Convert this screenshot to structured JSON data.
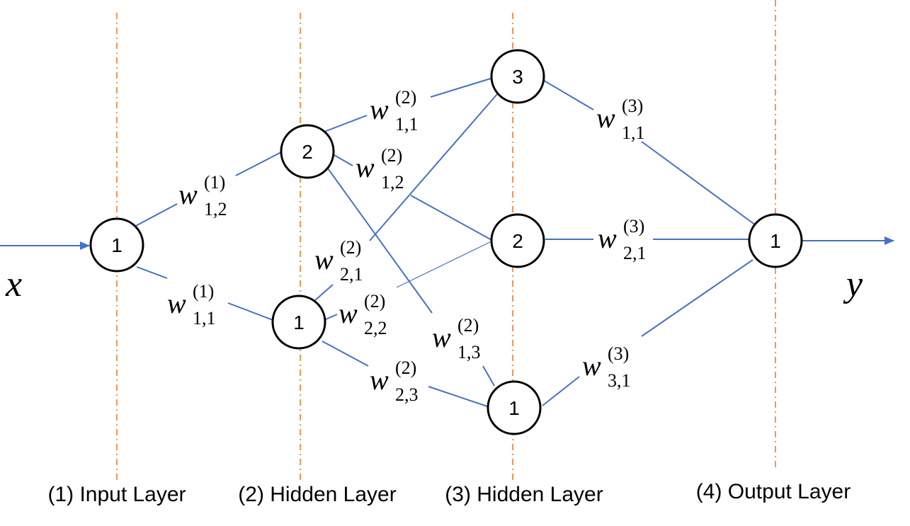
{
  "colors": {
    "edge": "#4472c4",
    "divider": "#ed7d31",
    "node_stroke": "#000000",
    "node_fill": "#ffffff"
  },
  "layers": [
    {
      "id": "layer-1",
      "label": "(1) Input Layer"
    },
    {
      "id": "layer-2",
      "label": "(2) Hidden Layer"
    },
    {
      "id": "layer-3",
      "label": "(3) Hidden Layer"
    },
    {
      "id": "layer-4",
      "label": "(4) Output Layer"
    }
  ],
  "io": {
    "input_symbol": "x",
    "output_symbol": "y"
  },
  "nodes": [
    {
      "id": "L1N1",
      "layer": 1,
      "label": "1"
    },
    {
      "id": "L2N2",
      "layer": 2,
      "label": "2"
    },
    {
      "id": "L2N1",
      "layer": 2,
      "label": "1"
    },
    {
      "id": "L3N3",
      "layer": 3,
      "label": "3"
    },
    {
      "id": "L3N2",
      "layer": 3,
      "label": "2"
    },
    {
      "id": "L3N1",
      "layer": 3,
      "label": "1"
    },
    {
      "id": "L4N1",
      "layer": 4,
      "label": "1"
    }
  ],
  "weights": [
    {
      "id": "w1-12",
      "base": "w",
      "sup": "(1)",
      "sub": "1,2"
    },
    {
      "id": "w1-11",
      "base": "w",
      "sup": "(1)",
      "sub": "1,1"
    },
    {
      "id": "w2-11",
      "base": "w",
      "sup": "(2)",
      "sub": "1,1"
    },
    {
      "id": "w2-12",
      "base": "w",
      "sup": "(2)",
      "sub": "1,2"
    },
    {
      "id": "w2-21",
      "base": "w",
      "sup": "(2)",
      "sub": "2,1"
    },
    {
      "id": "w2-22",
      "base": "w",
      "sup": "(2)",
      "sub": "2,2"
    },
    {
      "id": "w2-13",
      "base": "w",
      "sup": "(2)",
      "sub": "1,3"
    },
    {
      "id": "w2-23",
      "base": "w",
      "sup": "(2)",
      "sub": "2,3"
    },
    {
      "id": "w3-11",
      "base": "w",
      "sup": "(3)",
      "sub": "1,1"
    },
    {
      "id": "w3-21",
      "base": "w",
      "sup": "(3)",
      "sub": "2,1"
    },
    {
      "id": "w3-31",
      "base": "w",
      "sup": "(3)",
      "sub": "3,1"
    }
  ]
}
